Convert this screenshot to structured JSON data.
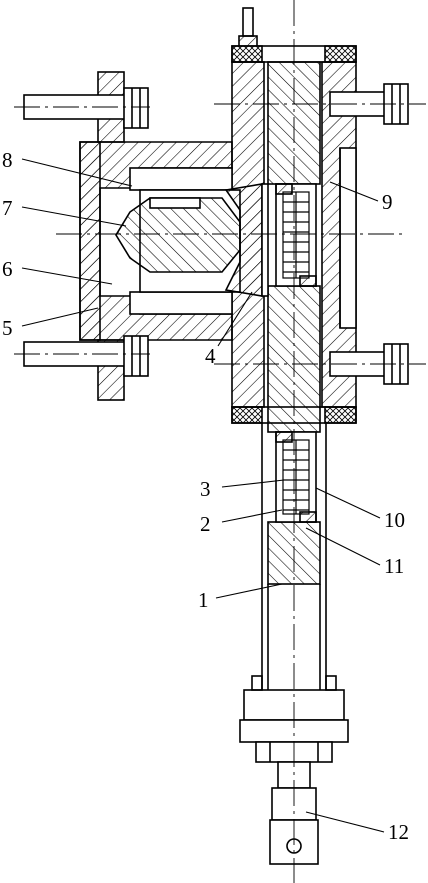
{
  "labels": {
    "n1": "1",
    "n2": "2",
    "n3": "3",
    "n4": "4",
    "n5": "5",
    "n6": "6",
    "n7": "7",
    "n8": "8",
    "n9": "9",
    "n10": "10",
    "n11": "11",
    "n12": "12"
  },
  "colors": {
    "ink": "#000000",
    "paper": "#ffffff"
  }
}
